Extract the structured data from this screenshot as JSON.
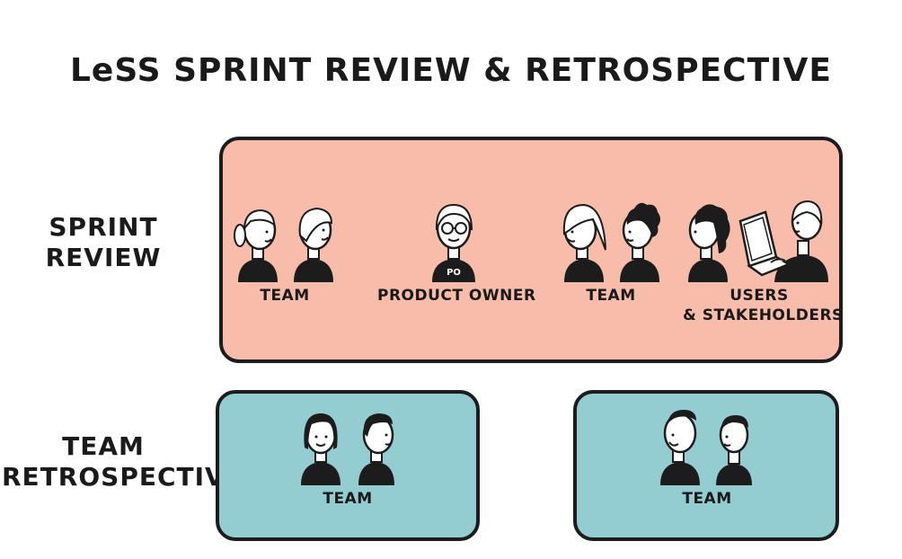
{
  "title": "LeSS SPRINT REVIEW & RETROSPECTIVE",
  "rows": {
    "sprint_review": {
      "line1": "SPRINT",
      "line2": "REVIEW"
    },
    "team_retrospective": {
      "line1": "TEAM",
      "line2": "RETROSPECTIVE"
    }
  },
  "sprint_review_groups": [
    {
      "label": "TEAM"
    },
    {
      "label": "PRODUCT OWNER",
      "badge": "PO"
    },
    {
      "label": "TEAM"
    },
    {
      "label_line1": "USERS",
      "label_line2": "& STAKEHOLDERS"
    }
  ],
  "retro_groups": [
    {
      "label": "TEAM"
    },
    {
      "label": "TEAM"
    }
  ],
  "colors": {
    "review_panel": "#f7bcaa",
    "retro_panel": "#94cdd1",
    "ink": "#1c1c1c"
  }
}
